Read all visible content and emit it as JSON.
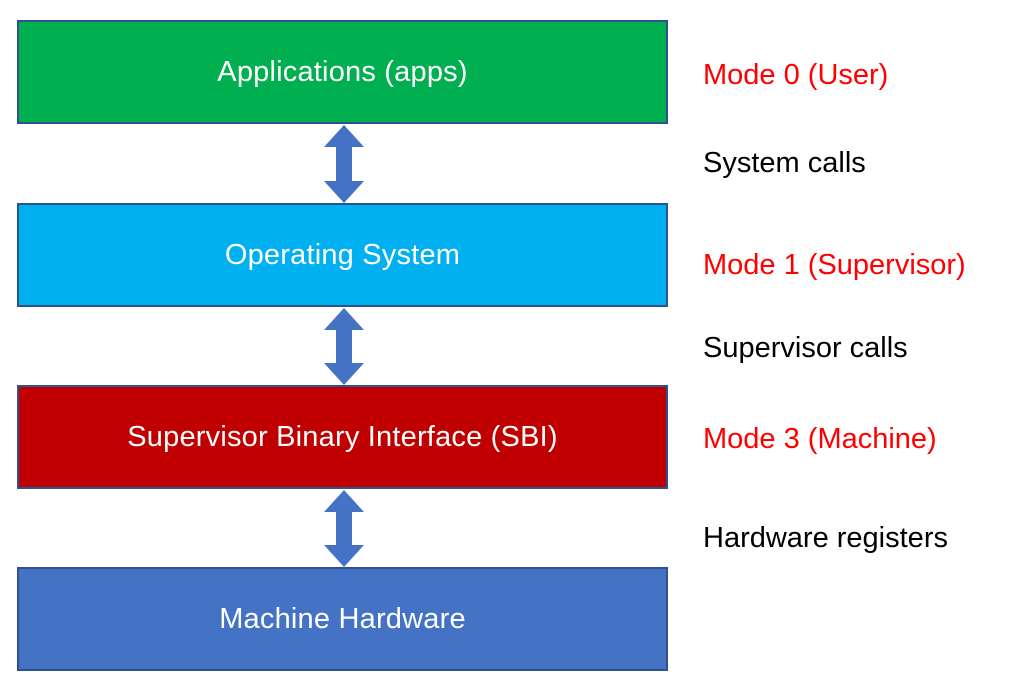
{
  "layers": [
    {
      "label": "Applications (apps)",
      "color": "#00b050"
    },
    {
      "label": "Operating System",
      "color": "#00b0f0"
    },
    {
      "label": "Supervisor Binary Interface (SBI)",
      "color": "#c00000"
    },
    {
      "label": "Machine Hardware",
      "color": "#4472c4"
    }
  ],
  "modes": [
    "Mode 0 (User)",
    "Mode 1 (Supervisor)",
    "Mode 3 (Machine)"
  ],
  "interfaces": [
    "System calls",
    "Supervisor calls",
    "Hardware registers"
  ],
  "colors": {
    "mode_text": "#ff0000",
    "interface_text": "#000000",
    "arrow": "#4472c4",
    "box_border": "#2f528f"
  }
}
